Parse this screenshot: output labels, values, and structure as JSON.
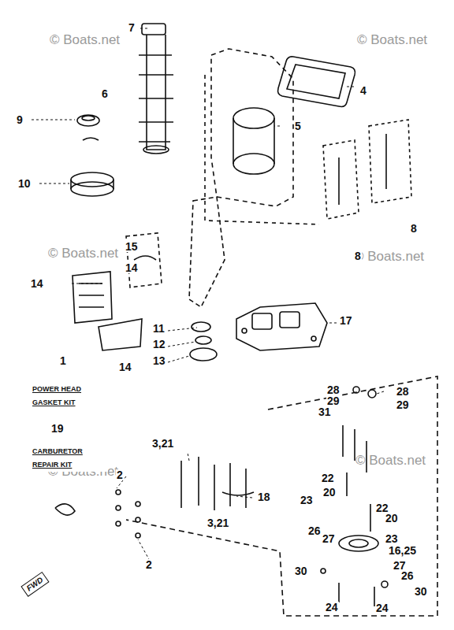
{
  "diagram": {
    "labels": [
      "© Boats.net",
      "© Boats.net",
      "© Boats.net",
      "© Boats.net",
      "© Boats.net",
      "© Boats.net",
      "7",
      "6",
      "9",
      "10",
      "4",
      "5",
      "8",
      "8",
      "15",
      "14",
      "14",
      "11",
      "12",
      "13",
      "17",
      "1",
      "14",
      "POWER HEAD GASKET KIT",
      "19",
      "CARBURETOR REPAIR KIT",
      "3,21",
      "2",
      "18",
      "3,21",
      "2",
      "28",
      "29",
      "28",
      "29",
      "31",
      "22",
      "20",
      "23",
      "22",
      "20",
      "26",
      "27",
      "23",
      "16,25",
      "27",
      "26",
      "30",
      "30",
      "24",
      "24",
      "FWD"
    ]
  }
}
